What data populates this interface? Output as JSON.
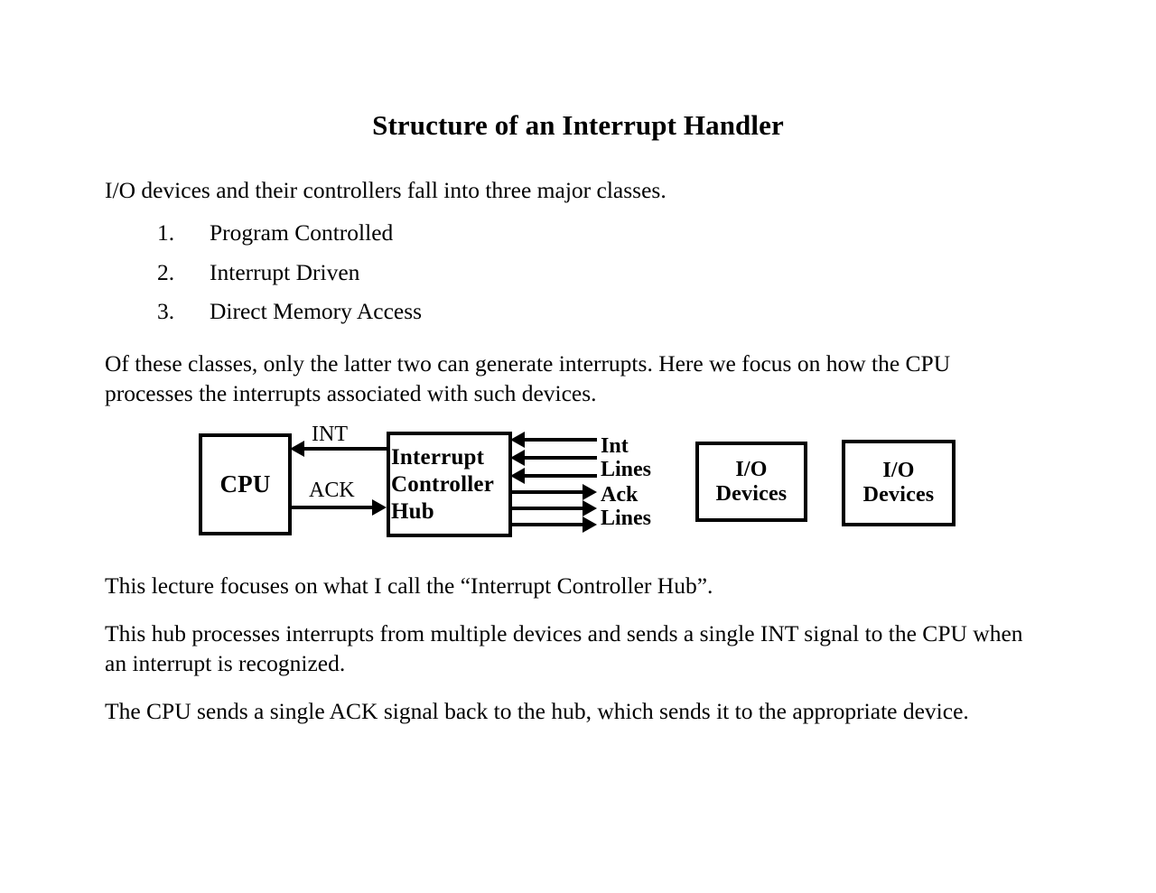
{
  "slide": {
    "title": "Structure of an Interrupt Handler",
    "paragraphs": {
      "intro": "I/O devices and their controllers fall into three major classes.",
      "classes": "Of these classes, only the latter two can generate interrupts.  Here we focus on how the CPU processes the interrupts associated with such devices.",
      "lecture": "This lecture focuses on what I call the “Interrupt Controller Hub”.",
      "hub": "This hub processes interrupts from multiple devices and sends a single INT signal to the CPU when an interrupt is recognized.",
      "ack": "The CPU sends a single ACK signal back to the hub, which sends it to the appropriate device."
    },
    "list": [
      {
        "marker": "1.",
        "text": "Program Controlled"
      },
      {
        "marker": "2.",
        "text": "Interrupt Driven"
      },
      {
        "marker": "3.",
        "text": "Direct Memory Access"
      }
    ]
  },
  "diagram": {
    "boxes": {
      "cpu": "CPU",
      "hub_line1": "Interrupt",
      "hub_line2": "Controller",
      "hub_line3": "Hub",
      "io_1_line1": "I/O",
      "io_1_line2": "Devices",
      "io_2_line1": "I/O",
      "io_2_line2": "Devices"
    },
    "signals": {
      "int": "INT",
      "ack": "ACK"
    },
    "buses": {
      "int_lines_line1": "Int",
      "int_lines_line2": "Lines",
      "ack_lines_line1": "Ack",
      "ack_lines_line2": "Lines"
    },
    "counts": {
      "int_lines": 3,
      "ack_lines": 3
    },
    "colors": {
      "stroke": "#000000",
      "fill": "#ffffff"
    }
  }
}
